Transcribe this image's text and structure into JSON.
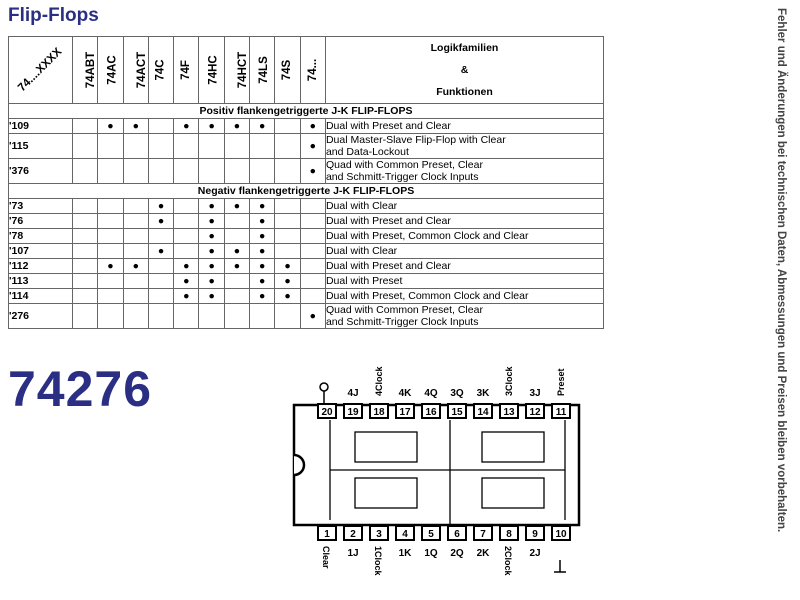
{
  "title": "Flip-Flops",
  "side_note": "Fehler und Änderungen bei technischen Daten, Abmessungen und Preisen bleiben vorbehalten.",
  "table": {
    "corner_label": "74....XXXX",
    "families": [
      "74ABT",
      "74AC",
      "74ACT",
      "74C",
      "74F",
      "74HC",
      "74HCT",
      "74LS",
      "74S",
      "74..."
    ],
    "header_lines": [
      "Logikfamilien",
      "&",
      "Funktionen"
    ],
    "sections": [
      {
        "title": "Positiv flankengetriggerte J-K FLIP-FLOPS",
        "rows": [
          {
            "code": "'109",
            "dots": [
              0,
              1,
              1,
              0,
              1,
              1,
              1,
              1,
              0,
              1
            ],
            "lines": [
              "Dual with Preset and Clear"
            ]
          },
          {
            "code": "'115",
            "dots": [
              0,
              0,
              0,
              0,
              0,
              0,
              0,
              0,
              0,
              1
            ],
            "lines": [
              "Dual Master-Slave Flip-Flop with Clear",
              "and Data-Lockout"
            ]
          },
          {
            "code": "'376",
            "dots": [
              0,
              0,
              0,
              0,
              0,
              0,
              0,
              0,
              0,
              1
            ],
            "lines": [
              "Quad with Common Preset, Clear",
              "and Schmitt-Trigger Clock Inputs"
            ]
          }
        ]
      },
      {
        "title": "Negativ flankengetriggerte J-K FLIP-FLOPS",
        "rows": [
          {
            "code": "'73",
            "dots": [
              0,
              0,
              0,
              1,
              0,
              1,
              1,
              1,
              0,
              0
            ],
            "lines": [
              "Dual with Clear"
            ]
          },
          {
            "code": "'76",
            "dots": [
              0,
              0,
              0,
              1,
              0,
              1,
              0,
              1,
              0,
              0
            ],
            "lines": [
              "Dual with Preset and Clear"
            ]
          },
          {
            "code": "'78",
            "dots": [
              0,
              0,
              0,
              0,
              0,
              1,
              0,
              1,
              0,
              0
            ],
            "lines": [
              "Dual with Preset, Common Clock and Clear"
            ]
          },
          {
            "code": "'107",
            "dots": [
              0,
              0,
              0,
              1,
              0,
              1,
              1,
              1,
              0,
              0
            ],
            "lines": [
              "Dual with Clear"
            ]
          },
          {
            "code": "'112",
            "dots": [
              0,
              1,
              1,
              0,
              1,
              1,
              1,
              1,
              1,
              0
            ],
            "lines": [
              "Dual with Preset and Clear"
            ]
          },
          {
            "code": "'113",
            "dots": [
              0,
              0,
              0,
              0,
              1,
              1,
              0,
              1,
              1,
              0
            ],
            "lines": [
              "Dual with Preset"
            ]
          },
          {
            "code": "'114",
            "dots": [
              0,
              0,
              0,
              0,
              1,
              1,
              0,
              1,
              1,
              0
            ],
            "lines": [
              "Dual with Preset, Common Clock and Clear"
            ]
          },
          {
            "code": "'276",
            "dots": [
              0,
              0,
              0,
              0,
              0,
              0,
              0,
              0,
              0,
              1
            ],
            "lines": [
              "Quad with Common Preset, Clear",
              "and Schmitt-Trigger Clock Inputs"
            ]
          }
        ]
      }
    ]
  },
  "part_number": "74276",
  "pinout": {
    "top_pins": [
      "20",
      "19",
      "18",
      "17",
      "16",
      "15",
      "14",
      "13",
      "12",
      "11"
    ],
    "top_labels": [
      "",
      "4J",
      "4Clock",
      "4K",
      "4Q",
      "3Q",
      "3K",
      "3Clock",
      "3J",
      "Preset"
    ],
    "bottom_pins": [
      "1",
      "2",
      "3",
      "4",
      "5",
      "6",
      "7",
      "8",
      "9",
      "10"
    ],
    "bottom_labels": [
      "Clear",
      "1J",
      "1Clock",
      "1K",
      "1Q",
      "2Q",
      "2K",
      "2Clock",
      "2J",
      ""
    ]
  }
}
